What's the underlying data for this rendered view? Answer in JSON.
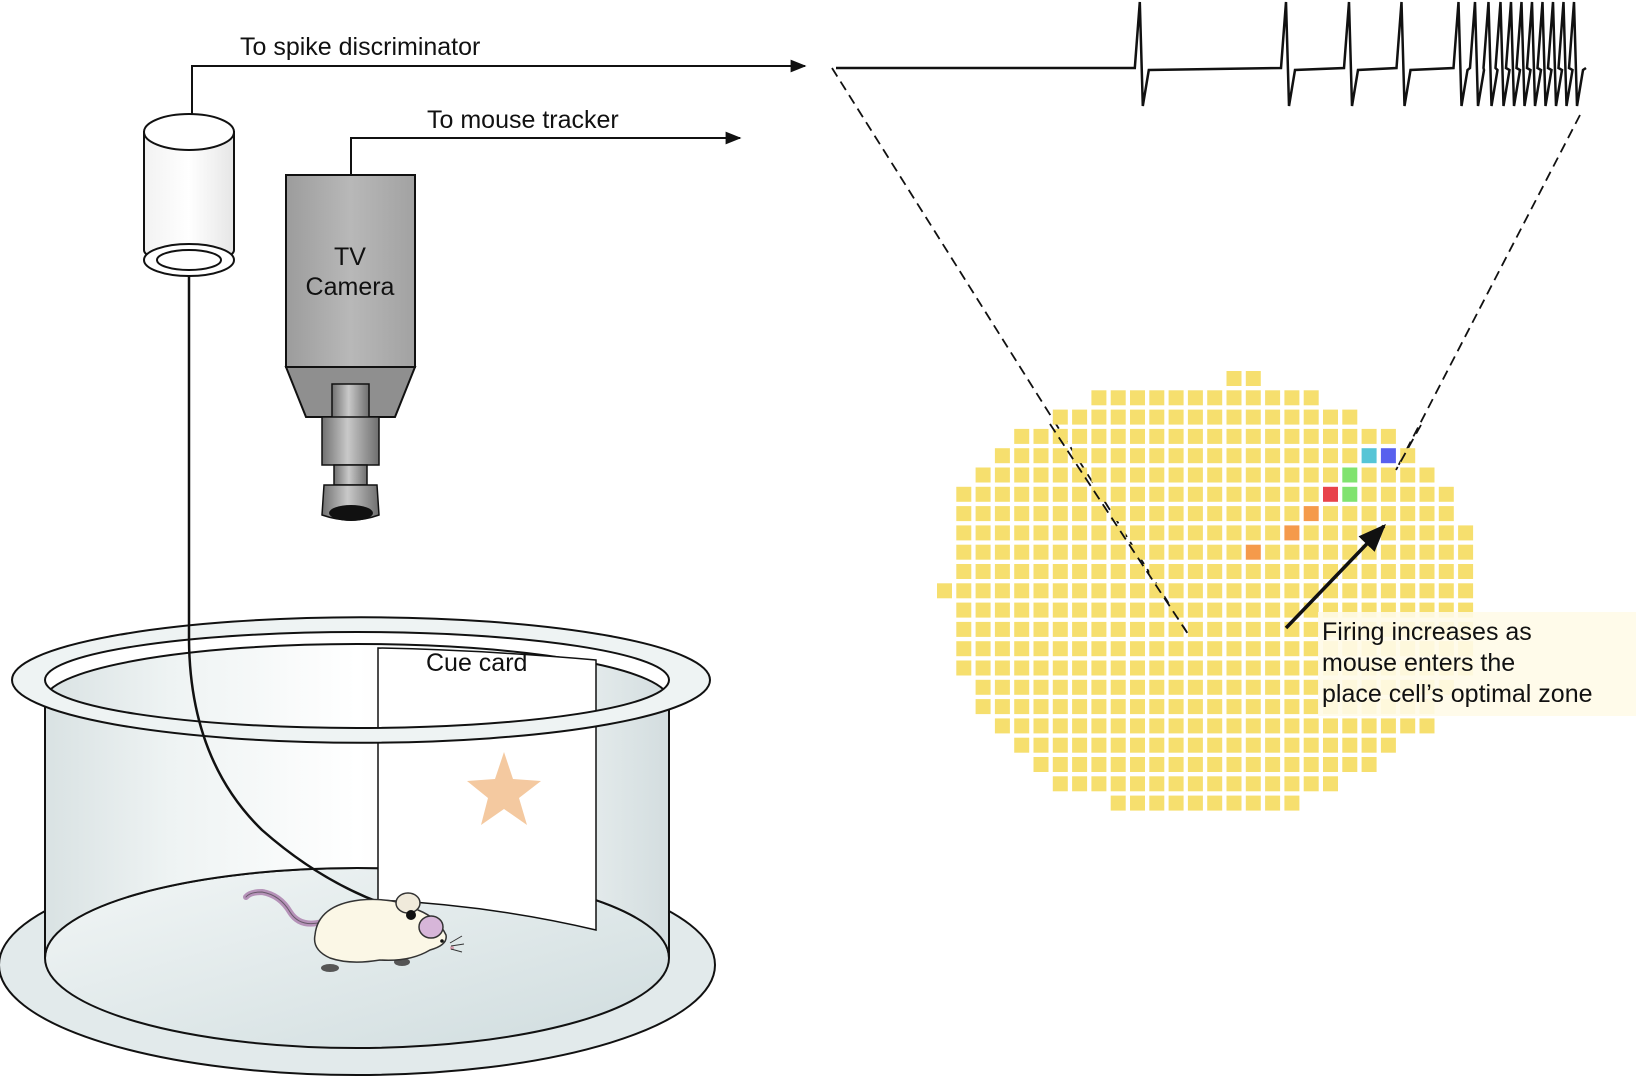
{
  "labels": {
    "spike_discriminator": "To spike discriminator",
    "mouse_tracker": "To mouse tracker",
    "camera_line1": "TV",
    "camera_line2": "Camera",
    "cue_card": "Cue card",
    "caption_line1": "Firing increases as",
    "caption_line2": "mouse enters the",
    "caption_line3": "place cell’s optimal zone"
  },
  "colors": {
    "grid_base": "#f6df6e",
    "star": "#f4c9a0",
    "arena_wall": "#dfe7e8",
    "arena_floor": "#d9e4e6",
    "camera_body": "#a9a9a9",
    "firing_levels": [
      "#f6df6e",
      "#f59a4b",
      "#e8434b",
      "#80e36f",
      "#56c5d6",
      "#5860ee"
    ]
  },
  "firing_map": {
    "rows": [
      {
        "start": 15,
        "count": 2
      },
      {
        "start": 8,
        "count": 12
      },
      {
        "start": 6,
        "count": 16
      },
      {
        "start": 4,
        "count": 20
      },
      {
        "start": 3,
        "count": 22
      },
      {
        "start": 2,
        "count": 24
      },
      {
        "start": 1,
        "count": 26
      },
      {
        "start": 1,
        "count": 26
      },
      {
        "start": 1,
        "count": 27
      },
      {
        "start": 1,
        "count": 27
      },
      {
        "start": 1,
        "count": 27
      },
      {
        "start": 0,
        "count": 28
      },
      {
        "start": 1,
        "count": 27
      },
      {
        "start": 1,
        "count": 27
      },
      {
        "start": 1,
        "count": 27
      },
      {
        "start": 1,
        "count": 27
      },
      {
        "start": 2,
        "count": 25
      },
      {
        "start": 2,
        "count": 24
      },
      {
        "start": 3,
        "count": 23
      },
      {
        "start": 4,
        "count": 20
      },
      {
        "start": 5,
        "count": 18
      },
      {
        "start": 6,
        "count": 15
      },
      {
        "start": 9,
        "count": 10
      }
    ],
    "hot_cells": [
      {
        "row": 4,
        "col": 22,
        "level": 4
      },
      {
        "row": 4,
        "col": 23,
        "level": 5
      },
      {
        "row": 5,
        "col": 21,
        "level": 3
      },
      {
        "row": 6,
        "col": 20,
        "level": 2
      },
      {
        "row": 6,
        "col": 21,
        "level": 3
      },
      {
        "row": 7,
        "col": 19,
        "level": 1
      },
      {
        "row": 8,
        "col": 18,
        "level": 1
      },
      {
        "row": 9,
        "col": 16,
        "level": 1
      }
    ]
  },
  "spike_train": {
    "spike_times": [
      0.405,
      0.6,
      0.684,
      0.754,
      0.83,
      0.852,
      0.87,
      0.886,
      0.9,
      0.914,
      0.928,
      0.942,
      0.956,
      0.97,
      0.984
    ]
  }
}
